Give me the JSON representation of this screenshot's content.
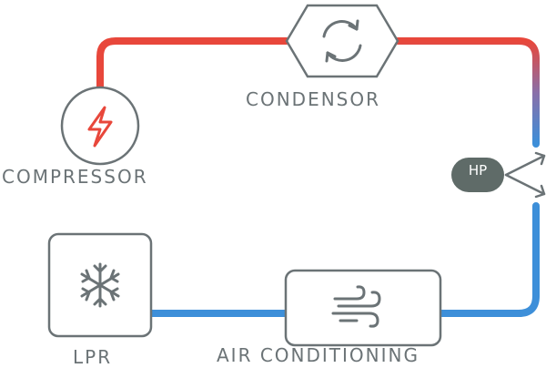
{
  "components": {
    "condensor": {
      "label": "CONDENSOR",
      "icon": "cycle-arrows-icon"
    },
    "compressor": {
      "label": "COMPRESSOR",
      "icon": "lightning-bolt-icon"
    },
    "lpr": {
      "label": "LPR",
      "icon": "snowflake-icon"
    },
    "air_conditioning": {
      "label": "AIR CONDITIONING",
      "icon": "air-flow-icon"
    },
    "hp": {
      "label": "HP",
      "icon": "split-arrow-icon"
    }
  },
  "colors": {
    "hot_line": "#e8473b",
    "cold_line": "#3d8fd9",
    "transition": "#8a6fa8",
    "outline": "#6b7376",
    "hp_fill": "#5f6b68",
    "bolt": "#e8473b"
  }
}
